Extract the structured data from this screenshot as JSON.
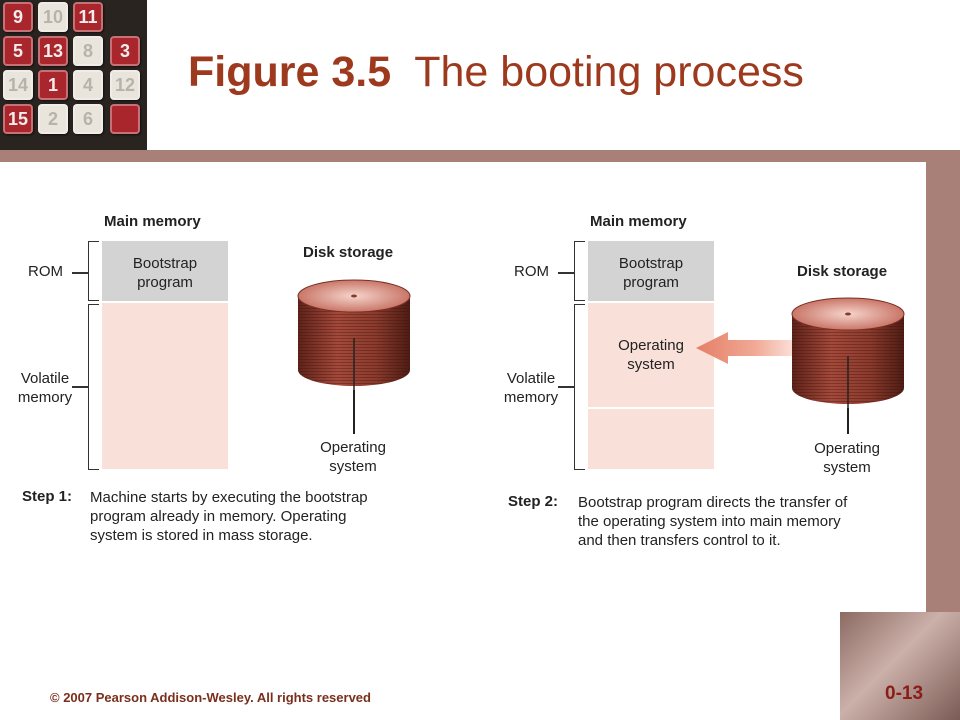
{
  "slide": {
    "title_bold": "Figure 3.5",
    "title_rest": "The booting process",
    "copyright": "© 2007 Pearson Addison-Wesley. All rights reserved",
    "page_number": "0-13"
  },
  "logo_tiles": [
    "9",
    "10",
    "11",
    "5",
    "13",
    "8",
    "3",
    "14",
    "1",
    "4",
    "12",
    "15",
    "2",
    "6"
  ],
  "step1": {
    "main_memory": "Main memory",
    "rom_label": "ROM",
    "bootstrap_line1": "Bootstrap",
    "bootstrap_line2": "program",
    "volatile_line1": "Volatile",
    "volatile_line2": "memory",
    "disk_storage": "Disk storage",
    "os_line1": "Operating",
    "os_line2": "system",
    "step_label": "Step 1:",
    "caption_line1": "Machine starts by executing the bootstrap",
    "caption_line2": "program already in memory. Operating",
    "caption_line3": "system is stored in mass storage."
  },
  "step2": {
    "main_memory": "Main memory",
    "rom_label": "ROM",
    "bootstrap_line1": "Bootstrap",
    "bootstrap_line2": "program",
    "volatile_line1": "Volatile",
    "volatile_line2": "memory",
    "mem_os_line1": "Operating",
    "mem_os_line2": "system",
    "disk_storage": "Disk storage",
    "os_line1": "Operating",
    "os_line2": "system",
    "step_label": "Step 2:",
    "caption_line1": "Bootstrap program directs the transfer of",
    "caption_line2": "the operating system into main memory",
    "caption_line3": "and then transfers control to it."
  },
  "colors": {
    "title": "#9d3a1e",
    "band": "#a98077",
    "rom_fill": "#d3d3d3",
    "volatile_fill": "#f9e1da",
    "disk": "#8a3a2c",
    "arrow": "#e98a73"
  }
}
